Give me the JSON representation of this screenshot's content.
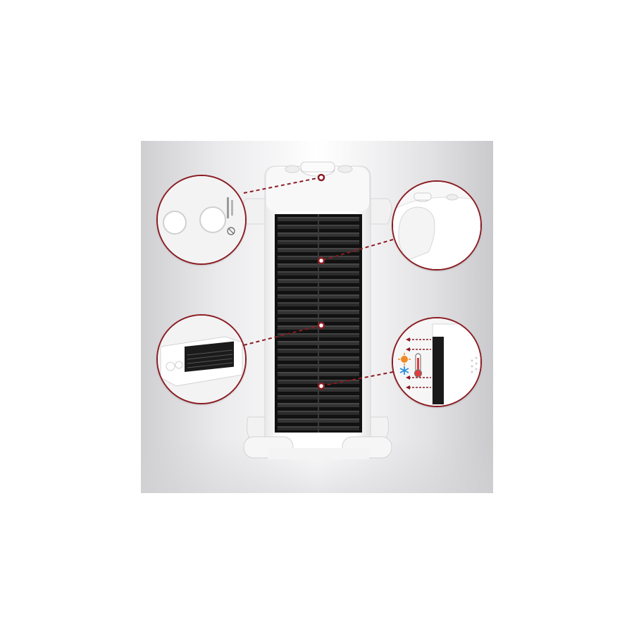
{
  "product": {
    "name_icon": "fan-heater",
    "colors": {
      "body": "#ffffff",
      "grille": "#1a1a1a",
      "accent": "#8b1c22",
      "heat": "#e65a2a",
      "cool": "#2a8fd6"
    }
  },
  "callouts": [
    {
      "id": "control-knobs",
      "icon": "twin-knobs"
    },
    {
      "id": "thermostat-knob",
      "icon": "rotary-knob"
    },
    {
      "id": "horizontal-mode",
      "icon": "heater-lying"
    },
    {
      "id": "hot-cold-air",
      "icons": [
        "sun-icon",
        "snowflake-icon",
        "thermometer-icon"
      ]
    }
  ]
}
